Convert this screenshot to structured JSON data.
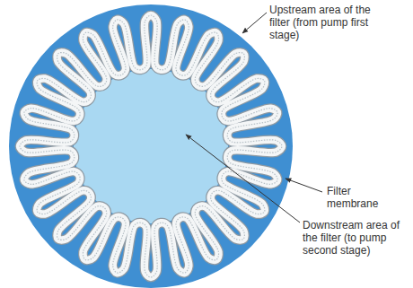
{
  "diagram": {
    "labels": [
      "Upstream area of the filter (from pump first stage)",
      "Filter membrane",
      "Downstream area of the filter (to pump second stage)"
    ]
  }
}
